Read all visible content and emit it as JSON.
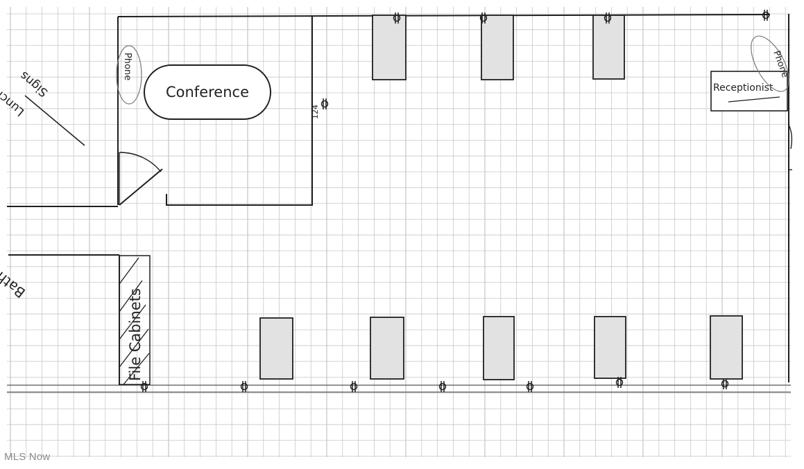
{
  "labels": {
    "conference": "Conference",
    "phone_left": "Phone",
    "phone_right": "Phone",
    "receptionist": "Receptionist",
    "lunch": "Lunch",
    "signs": "Signs",
    "bathroom": "Bathroom",
    "file_cabinets": "File Cabinets",
    "dimension": "124"
  },
  "watermark": "MLS Now",
  "colors": {
    "grid": "#c8c8c8",
    "ink": "#1e1e1e",
    "desk_fill": "#e2e2e2"
  }
}
